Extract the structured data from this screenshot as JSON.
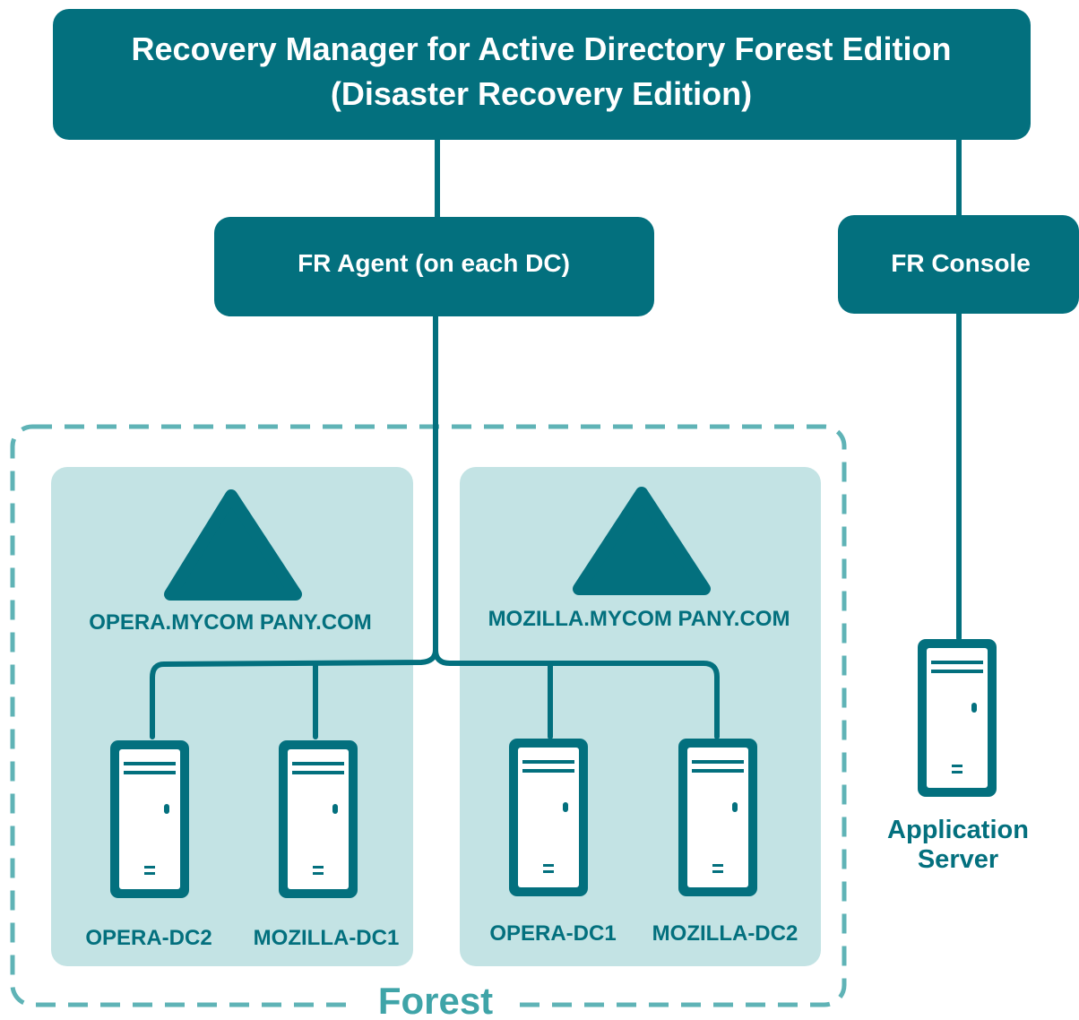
{
  "colors": {
    "primary": "#03707E",
    "domain_fill": "#C3E3E4",
    "forest_border": "#5FB3B6",
    "server_fill": "#FFFFFF",
    "white_text": "#FFFFFF",
    "dark_text": "#03707E",
    "forest_text": "#3FA4A8"
  },
  "header": {
    "line1": "Recovery Manager for Active Directory Forest Edition",
    "line2": "(Disaster Recovery Edition)"
  },
  "agent": {
    "label": "FR Agent (on each DC)"
  },
  "console": {
    "label": "FR Console"
  },
  "forest": {
    "label": "Forest"
  },
  "domains": [
    {
      "name": "OPERA.MYCOM PANY.COM",
      "icon": "domain-triangle-icon"
    },
    {
      "name": "MOZILLA.MYCOM PANY.COM",
      "icon": "domain-triangle-icon"
    }
  ],
  "servers": [
    {
      "label": "OPERA-DC2",
      "icon": "server-tower-icon"
    },
    {
      "label": "MOZILLA-DC1",
      "icon": "server-tower-icon"
    },
    {
      "label": "OPERA-DC1",
      "icon": "server-tower-icon"
    },
    {
      "label": "MOZILLA-DC2",
      "icon": "server-tower-icon"
    }
  ],
  "app_server": {
    "line1": "Application",
    "line2": "Server",
    "icon": "server-tower-icon"
  }
}
